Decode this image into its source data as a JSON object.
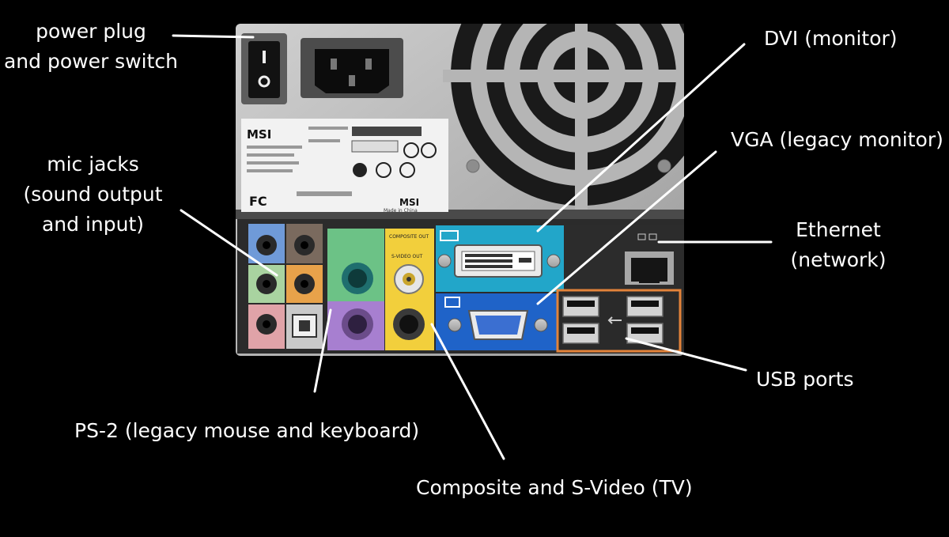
{
  "labels": {
    "power": [
      "power plug",
      "and power switch"
    ],
    "mic": [
      "mic jacks",
      "(sound output",
      "and input)"
    ],
    "ps2": [
      "PS-2 (legacy mouse and keyboard)"
    ],
    "composite": [
      "Composite and S-Video (TV)"
    ],
    "dvi": [
      "DVI (monitor)"
    ],
    "vga": [
      "VGA (legacy monitor)"
    ],
    "ethernet": [
      "Ethernet",
      "(network)"
    ],
    "usb": [
      "USB ports"
    ]
  },
  "panel": {
    "brand": "MSI",
    "brand_small": "MSI",
    "made_in": "Made in China",
    "composite_out": "COMPOSITE OUT",
    "svideo_out": "S-VIDEO OUT"
  },
  "colors": {
    "background": "#000000",
    "label_text": "#ffffff",
    "leader_line": "#ffffff",
    "chassis": "#b9b9b9",
    "audio_blue": "#6f9ad8",
    "audio_green": "#a9d3a0",
    "audio_pink": "#e0a3a8",
    "audio_orange": "#e8a24a",
    "ps2_green": "#6cc286",
    "ps2_purple": "#a77fd0",
    "composite_yellow": "#f2cf3c",
    "dvi_blue": "#22a6c9",
    "vga_blue": "#1f63c8",
    "usb_orange": "#e3833a"
  }
}
